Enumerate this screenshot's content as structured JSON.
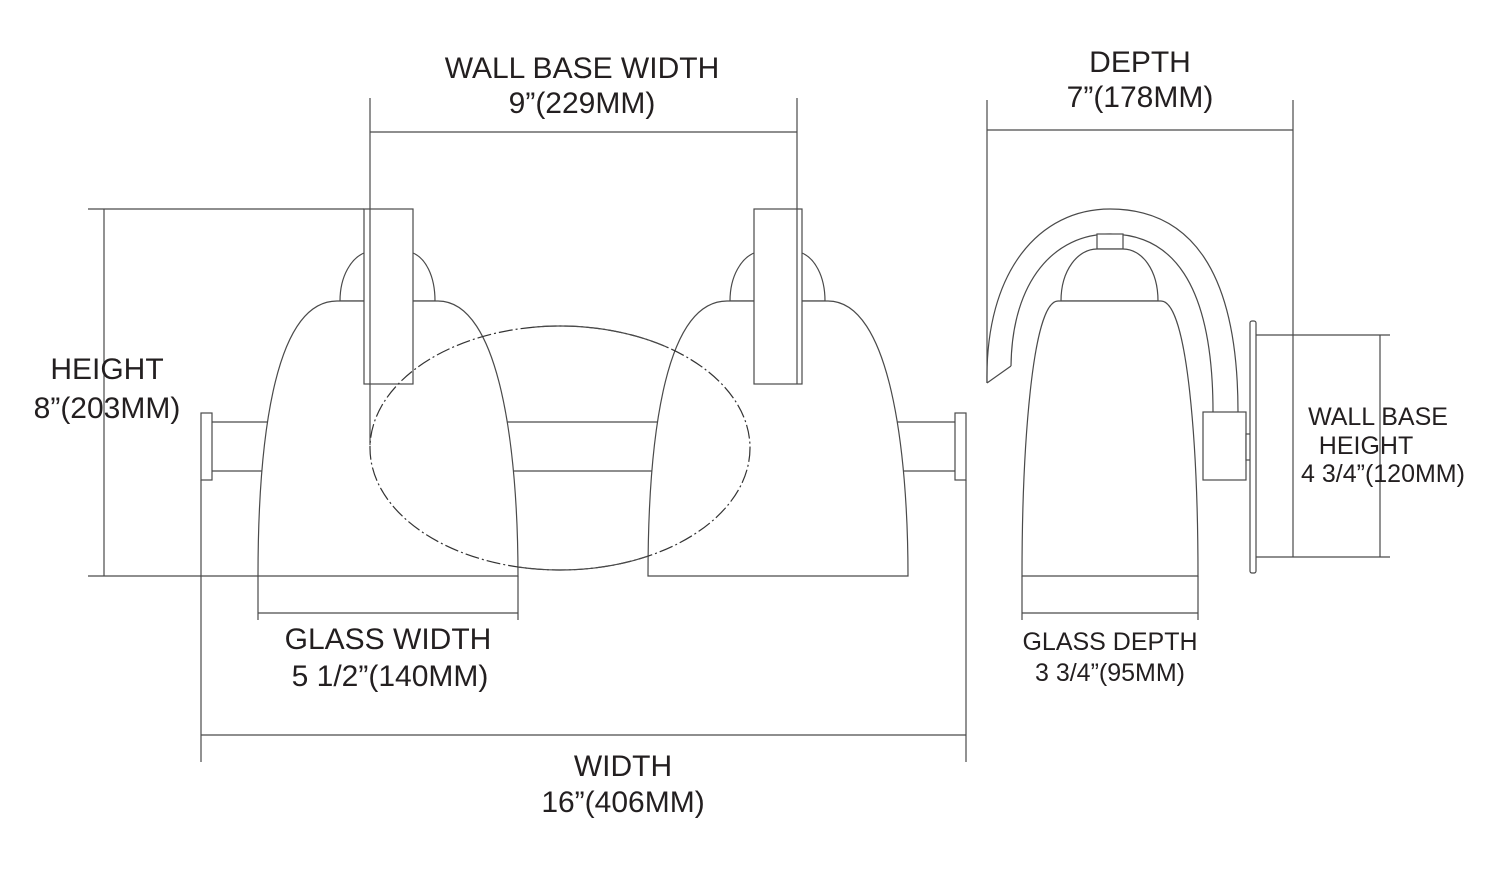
{
  "front_view": {
    "wall_base_width": {
      "label": "WALL BASE WIDTH",
      "value": "9”(229MM)"
    },
    "height": {
      "label": "HEIGHT",
      "value": "8”(203MM)"
    },
    "glass_width": {
      "label": "GLASS WIDTH",
      "value": "5 1/2”(140MM)"
    },
    "width": {
      "label": "WIDTH",
      "value": "16”(406MM)"
    }
  },
  "side_view": {
    "depth": {
      "label": "DEPTH",
      "value": "7”(178MM)"
    },
    "wall_base_height": {
      "label_line1": "WALL BASE",
      "label_line2": "HEIGHT",
      "value": "4 3/4”(120MM)"
    },
    "glass_depth": {
      "label": "GLASS DEPTH",
      "value": "3 3/4”(95MM)"
    }
  }
}
